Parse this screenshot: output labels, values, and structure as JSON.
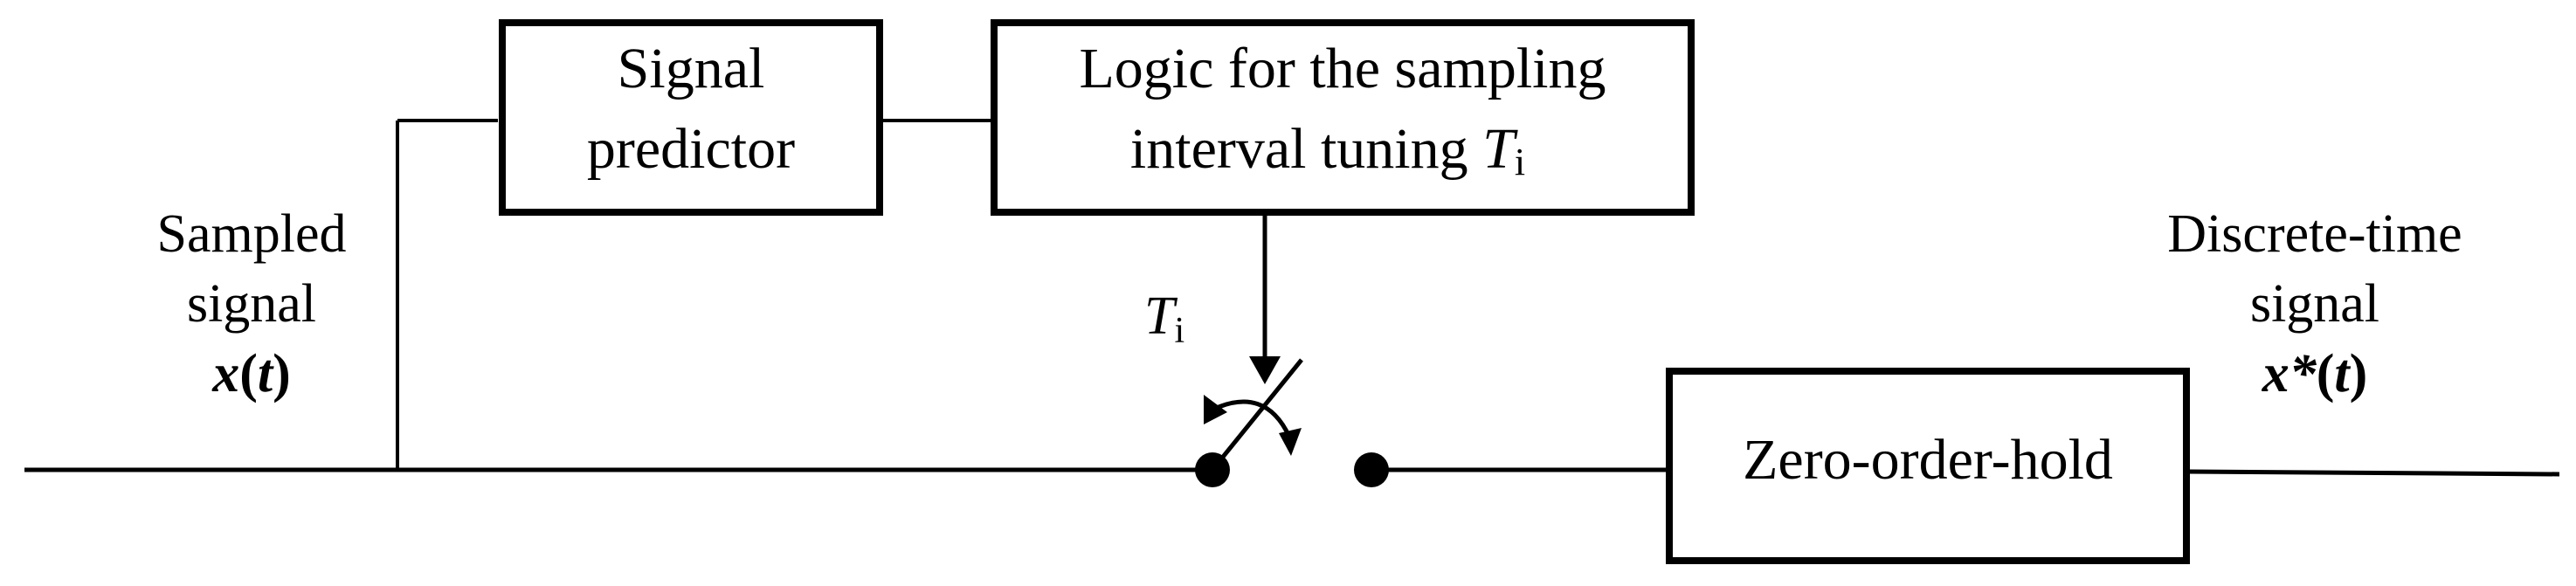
{
  "blocks": {
    "signal_predictor": {
      "line1": "Signal",
      "line2": "predictor"
    },
    "logic_block": {
      "line1": "Logic for the sampling",
      "line2_prefix": "interval tuning ",
      "line2_symbol": "T",
      "line2_subscript": "i"
    },
    "zero_order_hold": {
      "label": "Zero-order-hold"
    }
  },
  "input_label": {
    "line1": "Sampled",
    "line2": "signal",
    "line3_var": "x",
    "line3_open": "(",
    "line3_arg": "t",
    "line3_close": ")"
  },
  "output_label": {
    "line1": "Discrete-time",
    "line2": "signal",
    "line3_var": "x*",
    "line3_open": "(",
    "line3_arg": "t",
    "line3_close": ")"
  },
  "switch_label": {
    "symbol": "T",
    "subscript": "i"
  },
  "colors": {
    "stroke": "#000000",
    "background": "#ffffff"
  }
}
